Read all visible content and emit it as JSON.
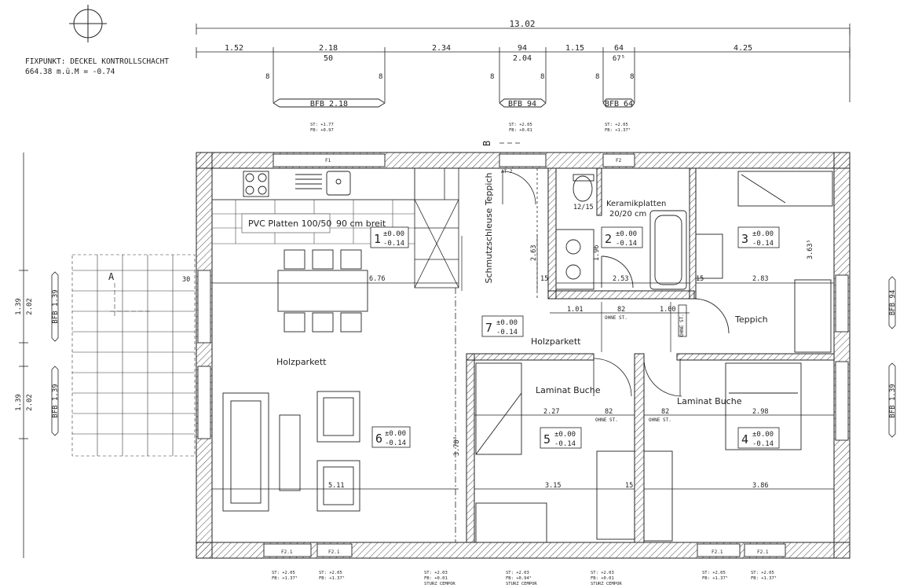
{
  "fixpoint": {
    "line1": "FIXPUNKT: DECKEL KONTROLLSCHACHT",
    "line2": "664.38 m.ü.M = -0.74"
  },
  "dimensions_top": {
    "total": "13.02",
    "d1": "1.52",
    "d2": "2.18",
    "d2_sub": "50",
    "d3": "2.34",
    "d4": "94",
    "d4_sub": "2.04",
    "d5": "1.15",
    "d6": "64",
    "d6_sub": "67⁵",
    "d7": "4.25",
    "eight": "8"
  },
  "bfb_top": [
    "BFB 2.18",
    "BFB 94",
    "BFB 64"
  ],
  "sill_notes_top": [
    {
      "st": "ST: +1.77",
      "fb": "FB: +0.97"
    },
    {
      "st": "ST: +2.05",
      "fb": "FB: +0.01"
    },
    {
      "st": "ST: +2.05",
      "fb": "FB: +1.37⁵"
    }
  ],
  "section_marker": "B",
  "rooms": [
    {
      "num": "1",
      "lvl_top": "±0.00",
      "lvl_bot": "-0.14"
    },
    {
      "num": "2",
      "lvl_top": "±0.00",
      "lvl_bot": "-0.14"
    },
    {
      "num": "3",
      "lvl_top": "±0.00",
      "lvl_bot": "-0.14"
    },
    {
      "num": "4",
      "lvl_top": "±0.00",
      "lvl_bot": "-0.14"
    },
    {
      "num": "5",
      "lvl_top": "±0.00",
      "lvl_bot": "-0.14"
    },
    {
      "num": "6",
      "lvl_top": "±0.00",
      "lvl_bot": "-0.14"
    },
    {
      "num": "7",
      "lvl_top": "±0.00",
      "lvl_bot": "-0.14"
    }
  ],
  "materials": {
    "pvc": "PVC Platten 100/50",
    "pvc_width": "90 cm breit",
    "kera1": "Keramikplatten",
    "kera2": "20/20 cm",
    "schmutz": "Schmutzschleuse Teppich",
    "teppich": "Teppich",
    "holz_living": "Holzparkett",
    "holz_hall": "Holzparkett",
    "laminat5": "Laminat Buche",
    "laminat4": "Laminat Buche"
  },
  "inner_dims": {
    "d676": "6.76",
    "d263": "2.63",
    "d253": "2.53",
    "d283": "2.83",
    "d101": "1.01",
    "d82a": "82",
    "d82b": "82",
    "d82c": "82",
    "d100": "1.00",
    "d227": "2.27",
    "d298": "2.98",
    "d511": "5.11",
    "d315": "3.15",
    "d386": "3.86",
    "d1215": "12/15",
    "d15a": "15",
    "d15b": "15",
    "d15c": "15",
    "d30": "30",
    "d363": "3.63⁵",
    "d196": "1.96",
    "d378": "3.78⁵",
    "ohne_st1": "OHNE ST.",
    "ohne_st2": "OHNE ST.",
    "ohne_st3": "OHNE ST.",
    "ohne_st4": "OHNE ST."
  },
  "window_labels": [
    "F1",
    "F2",
    "F2.1",
    "F2.1",
    "F2.1",
    "F2.1",
    "AT 2"
  ],
  "left_side": {
    "marker_a": "A",
    "dims": [
      "1.39",
      "2.02",
      "1.39",
      "2.02"
    ],
    "bfb": [
      "BFB 1.39",
      "BFB 1.39"
    ]
  },
  "right_side": {
    "bfb": [
      "BFB 94",
      "BFB 1.39"
    ]
  },
  "sill_notes_bottom": [
    {
      "st": "ST: +2.05",
      "fb": "FB: +1.37⁵"
    },
    {
      "st": "ST: +2.05",
      "fb": "FB: +1.37⁵"
    },
    {
      "st": "ST: +2.03",
      "fb": "FB: +0.01",
      "extra": "STURZ CEMPOR"
    },
    {
      "st": "ST: +2.03",
      "fb": "FB: +0.94⁵",
      "extra": "STURZ CEMPOR"
    },
    {
      "st": "ST: +2.03",
      "fb": "FB: +0.01",
      "extra": "STURZ CEMPOR"
    },
    {
      "st": "ST: +2.05",
      "fb": "FB: +1.37⁵"
    },
    {
      "st": "ST: +2.05",
      "fb": "FB: +1.37⁵"
    }
  ]
}
